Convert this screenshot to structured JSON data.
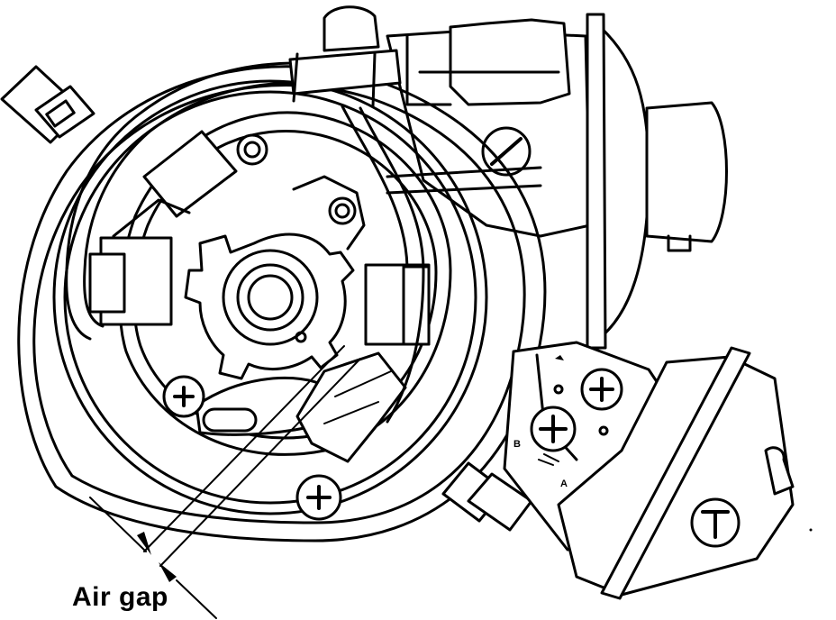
{
  "diagram": {
    "callout_label": "Air gap",
    "adjuster_marks": {
      "left": "B",
      "right": "A"
    },
    "colors": {
      "ink": "#000000",
      "paper": "#ffffff"
    },
    "icons": [
      "screw-head-icon",
      "bolt-icon",
      "arrowhead-icon"
    ]
  }
}
